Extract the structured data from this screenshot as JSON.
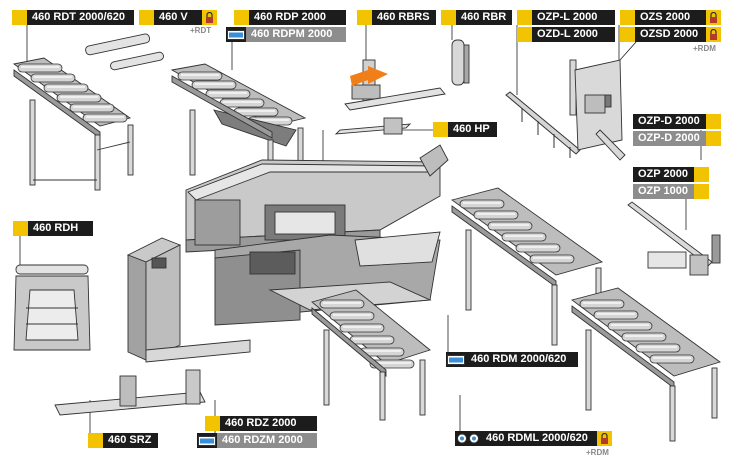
{
  "labels": {
    "rdt": "460 RDT 2000/620",
    "v": "460 V",
    "rdp": "460 RDP 2000",
    "rdpm": "460 RDPM 2000",
    "rbrs": "460 RBRS",
    "rbr": "460 RBR",
    "ozpl": "OZP-L 2000",
    "ozdl": "OZD-L 2000",
    "ozs": "OZS 2000",
    "ozsd": "OZSD 2000",
    "hp": "460 HP",
    "ozpd1": "OZP-D 2000",
    "ozpd2": "OZP-D 2000",
    "ozp2000": "OZP 2000",
    "ozp1000": "OZP 1000",
    "rdh": "460 RDH",
    "rdm": "460 RDM 2000/620",
    "rdz": "460 RDZ 2000",
    "rdzm": "460 RDZM 2000",
    "srz": "460 SRZ",
    "rdml": "460 RDML 2000/620"
  },
  "notes": {
    "rdt_plus": "+RDT",
    "rdm_plus": "+RDM",
    "rdml_plus": "+RDM"
  },
  "icons": {
    "lock": "padlock-icon",
    "motor": "motor-drive-icon",
    "double_motor": "double-motor-drive-icon"
  },
  "colors": {
    "label_bg": "#1c1c1c",
    "label_alt_bg": "#8d8d8d",
    "accent": "#f2c300",
    "arrow": "#f07f1a"
  }
}
